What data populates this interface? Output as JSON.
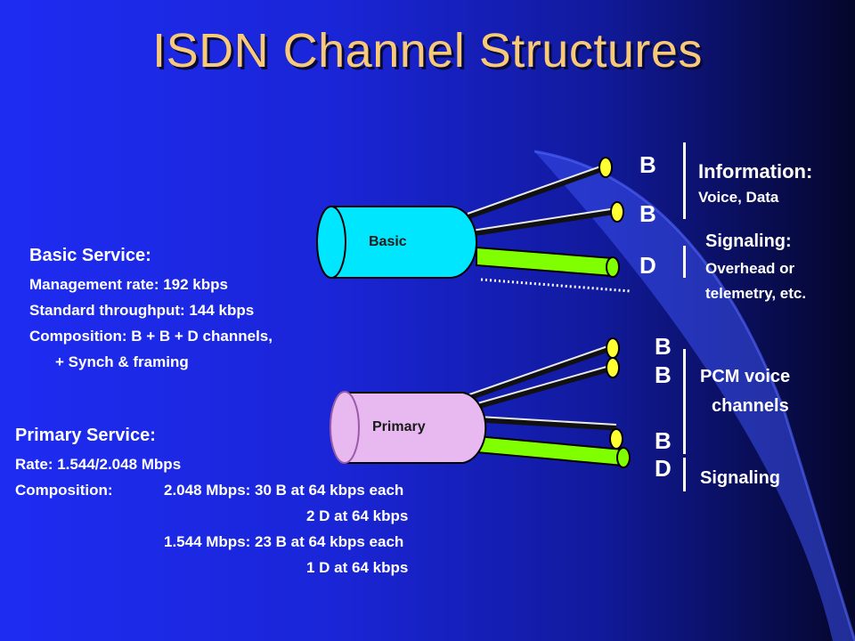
{
  "title": "ISDN Channel Structures",
  "colors": {
    "title": "#f7c978",
    "basic_cylinder": "#00e6ff",
    "primary_cylinder": "#e8b8f0",
    "b_channel_end": "#ffff33",
    "d_channel_cable": "#80ff00"
  },
  "basic_diagram": {
    "cylinder_label": "Basic",
    "channels": [
      "B",
      "B",
      "D"
    ],
    "information_title": "Information:",
    "information_detail": "Voice, Data",
    "signaling_title": "Signaling:",
    "signaling_line1": "Overhead or",
    "signaling_line2": "telemetry, etc."
  },
  "primary_diagram": {
    "cylinder_label": "Primary",
    "channels": [
      "B",
      "B",
      "B",
      "D"
    ],
    "pcm_line1": "PCM voice",
    "pcm_line2": "channels",
    "signaling": "Signaling"
  },
  "basic_service": {
    "heading": "Basic Service:",
    "lines": [
      "Management rate: 192 kbps",
      "Standard throughput: 144 kbps",
      "Composition: B + B + D channels,",
      "+ Synch & framing"
    ]
  },
  "primary_service": {
    "heading": "Primary Service:",
    "rate": "Rate: 1.544/2.048 Mbps",
    "composition_label": "Composition:",
    "comp_2048_line1": "2.048 Mbps: 30 B at 64 kbps each",
    "comp_2048_line2": "2 D at 64 kbps",
    "comp_1544_line1": "1.544 Mbps: 23 B at 64 kbps each",
    "comp_1544_line2": "1 D at 64 kbps"
  }
}
